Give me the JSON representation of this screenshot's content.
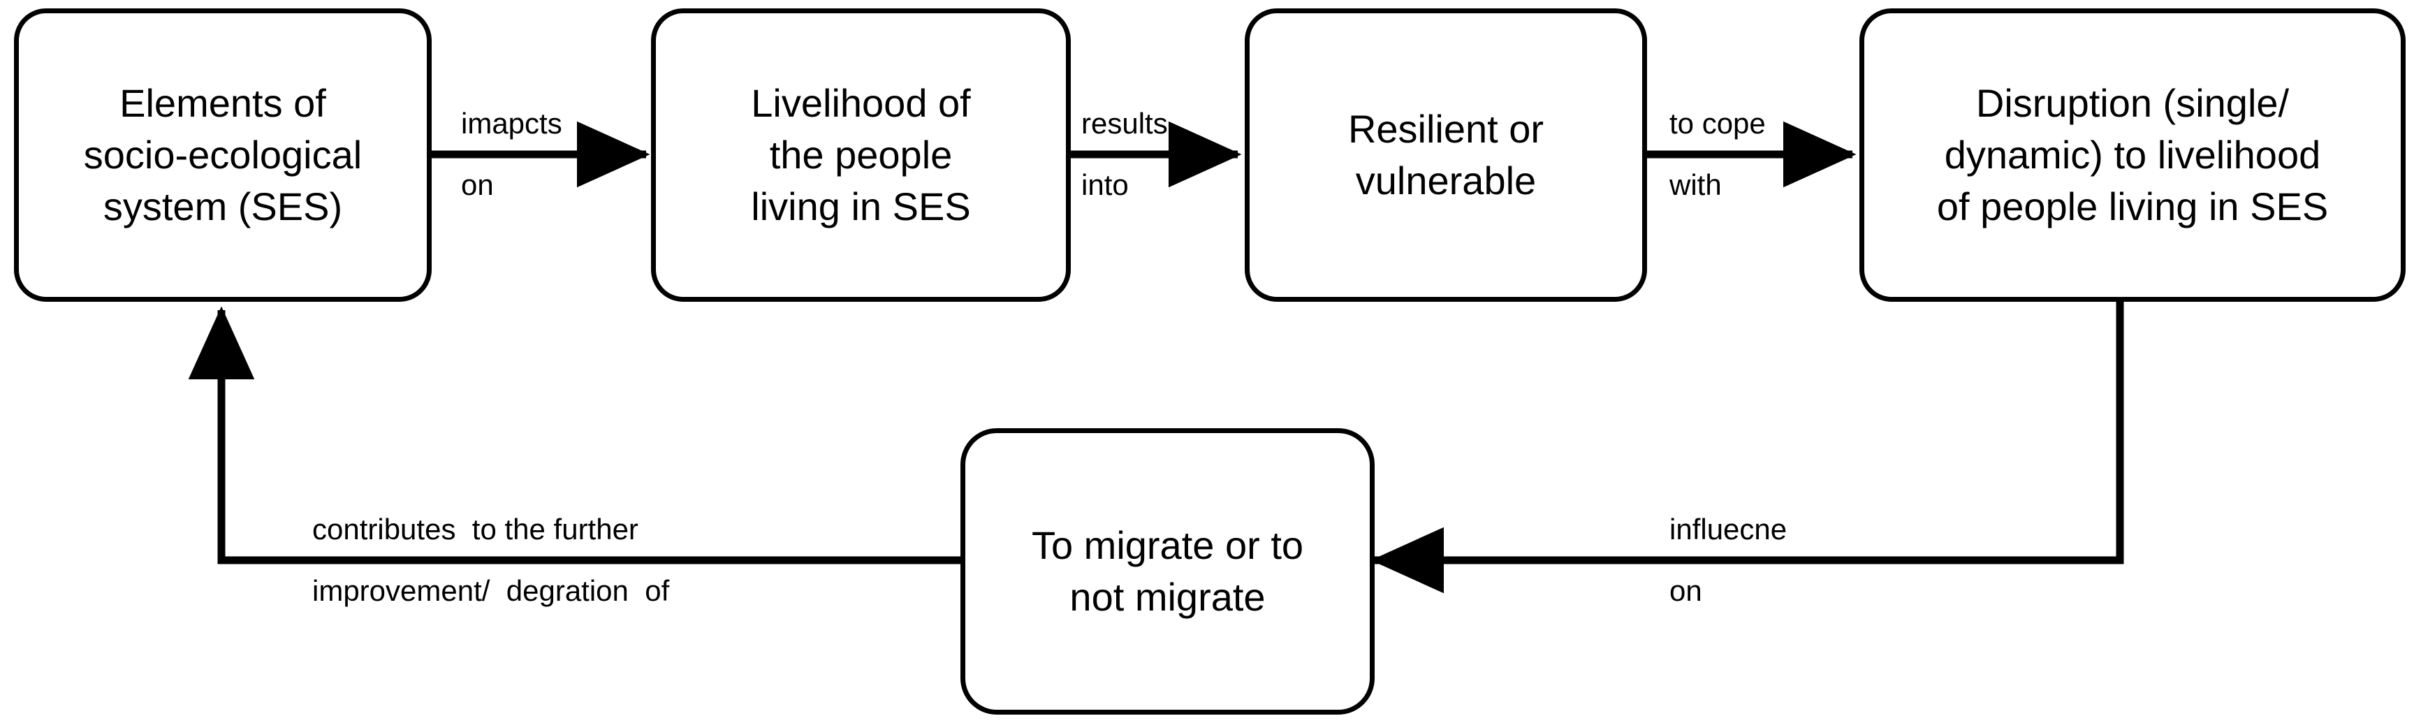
{
  "diagram": {
    "title": "Socio-ecological system migration feedback loop",
    "background_color": "#ffffff",
    "stroke_color": "#000000",
    "nodes": [
      {
        "id": "ses-elements",
        "label": "Elements of\nsocio-ecological\nsystem (SES)"
      },
      {
        "id": "livelihood",
        "label": "Livelihood of\nthe people\nliving in SES"
      },
      {
        "id": "resilient-vulnerable",
        "label": "Resilient or\nvulnerable"
      },
      {
        "id": "disruption",
        "label": "Disruption (single/\ndynamic) to livelihood\nof people living in SES"
      },
      {
        "id": "migrate-decision",
        "label": "To migrate or to\nnot migrate"
      }
    ],
    "edges": [
      {
        "id": "ses-to-livelihood",
        "from": "ses-elements",
        "to": "livelihood",
        "label_top": "imapcts",
        "label_bottom": "on",
        "direction": "right"
      },
      {
        "id": "livelihood-to-resilient",
        "from": "livelihood",
        "to": "resilient-vulnerable",
        "label_top": "results",
        "label_bottom": "into",
        "direction": "right"
      },
      {
        "id": "resilient-to-disruption",
        "from": "resilient-vulnerable",
        "to": "disruption",
        "label_top": "to cope",
        "label_bottom": "with",
        "direction": "right"
      },
      {
        "id": "disruption-to-migrate",
        "from": "disruption",
        "to": "migrate-decision",
        "label_top": "influecne",
        "label_bottom": "on",
        "direction": "left"
      },
      {
        "id": "migrate-to-ses",
        "from": "migrate-decision",
        "to": "ses-elements",
        "label_top": "contributes  to the further",
        "label_bottom": "improvement/  degration  of",
        "direction": "up"
      }
    ]
  }
}
